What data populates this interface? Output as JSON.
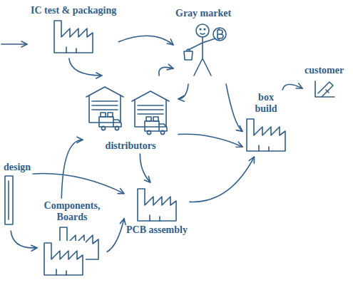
{
  "diagram": {
    "nodes": [
      {
        "text": [
          "IC test & packaging"
        ]
      },
      {
        "text": [
          "Gray market"
        ]
      },
      {
        "text": [
          "customer"
        ]
      },
      {
        "text": [
          "box build"
        ]
      },
      {
        "text": [
          "distributors"
        ]
      },
      {
        "text": [
          "design"
        ]
      },
      {
        "text": [
          "Components, Boards"
        ]
      },
      {
        "text": [
          "PCB assembly"
        ]
      }
    ],
    "edges": [
      {
        "from": 0,
        "to": 1,
        "arrow": "to"
      },
      {
        "from": 0,
        "to": 4,
        "arrow": "to"
      },
      {
        "from": 1,
        "to": 4,
        "arrow": "to"
      },
      {
        "from": 4,
        "to": 1,
        "arrow": "to"
      },
      {
        "from": 1,
        "to": 3,
        "arrow": "to"
      },
      {
        "from": 4,
        "to": 3,
        "arrow": "to"
      },
      {
        "from": 4,
        "to": 7,
        "arrow": "to"
      },
      {
        "from": 5,
        "to": 7,
        "arrow": "to"
      },
      {
        "from": 5,
        "to": 6,
        "arrow": "to"
      },
      {
        "from": 6,
        "to": 4,
        "arrow": "to"
      },
      {
        "from": 6,
        "to": 7,
        "arrow": "to"
      },
      {
        "from": 7,
        "to": 3,
        "arrow": "to"
      },
      {
        "from": 3,
        "to": 2,
        "arrow": "to"
      }
    ]
  }
}
